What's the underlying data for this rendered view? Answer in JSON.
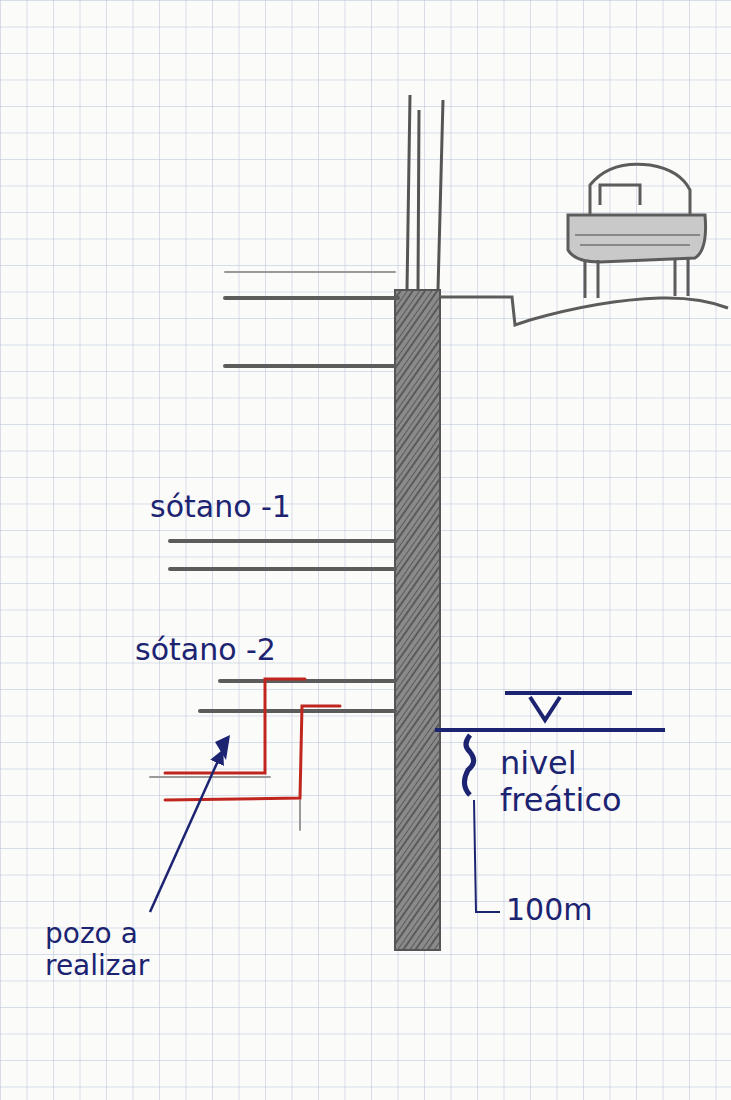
{
  "diagram": {
    "labels": [
      "sótano -1",
      "sótano -2",
      "nivel freático",
      "100m",
      "pozo a realizar"
    ]
  }
}
